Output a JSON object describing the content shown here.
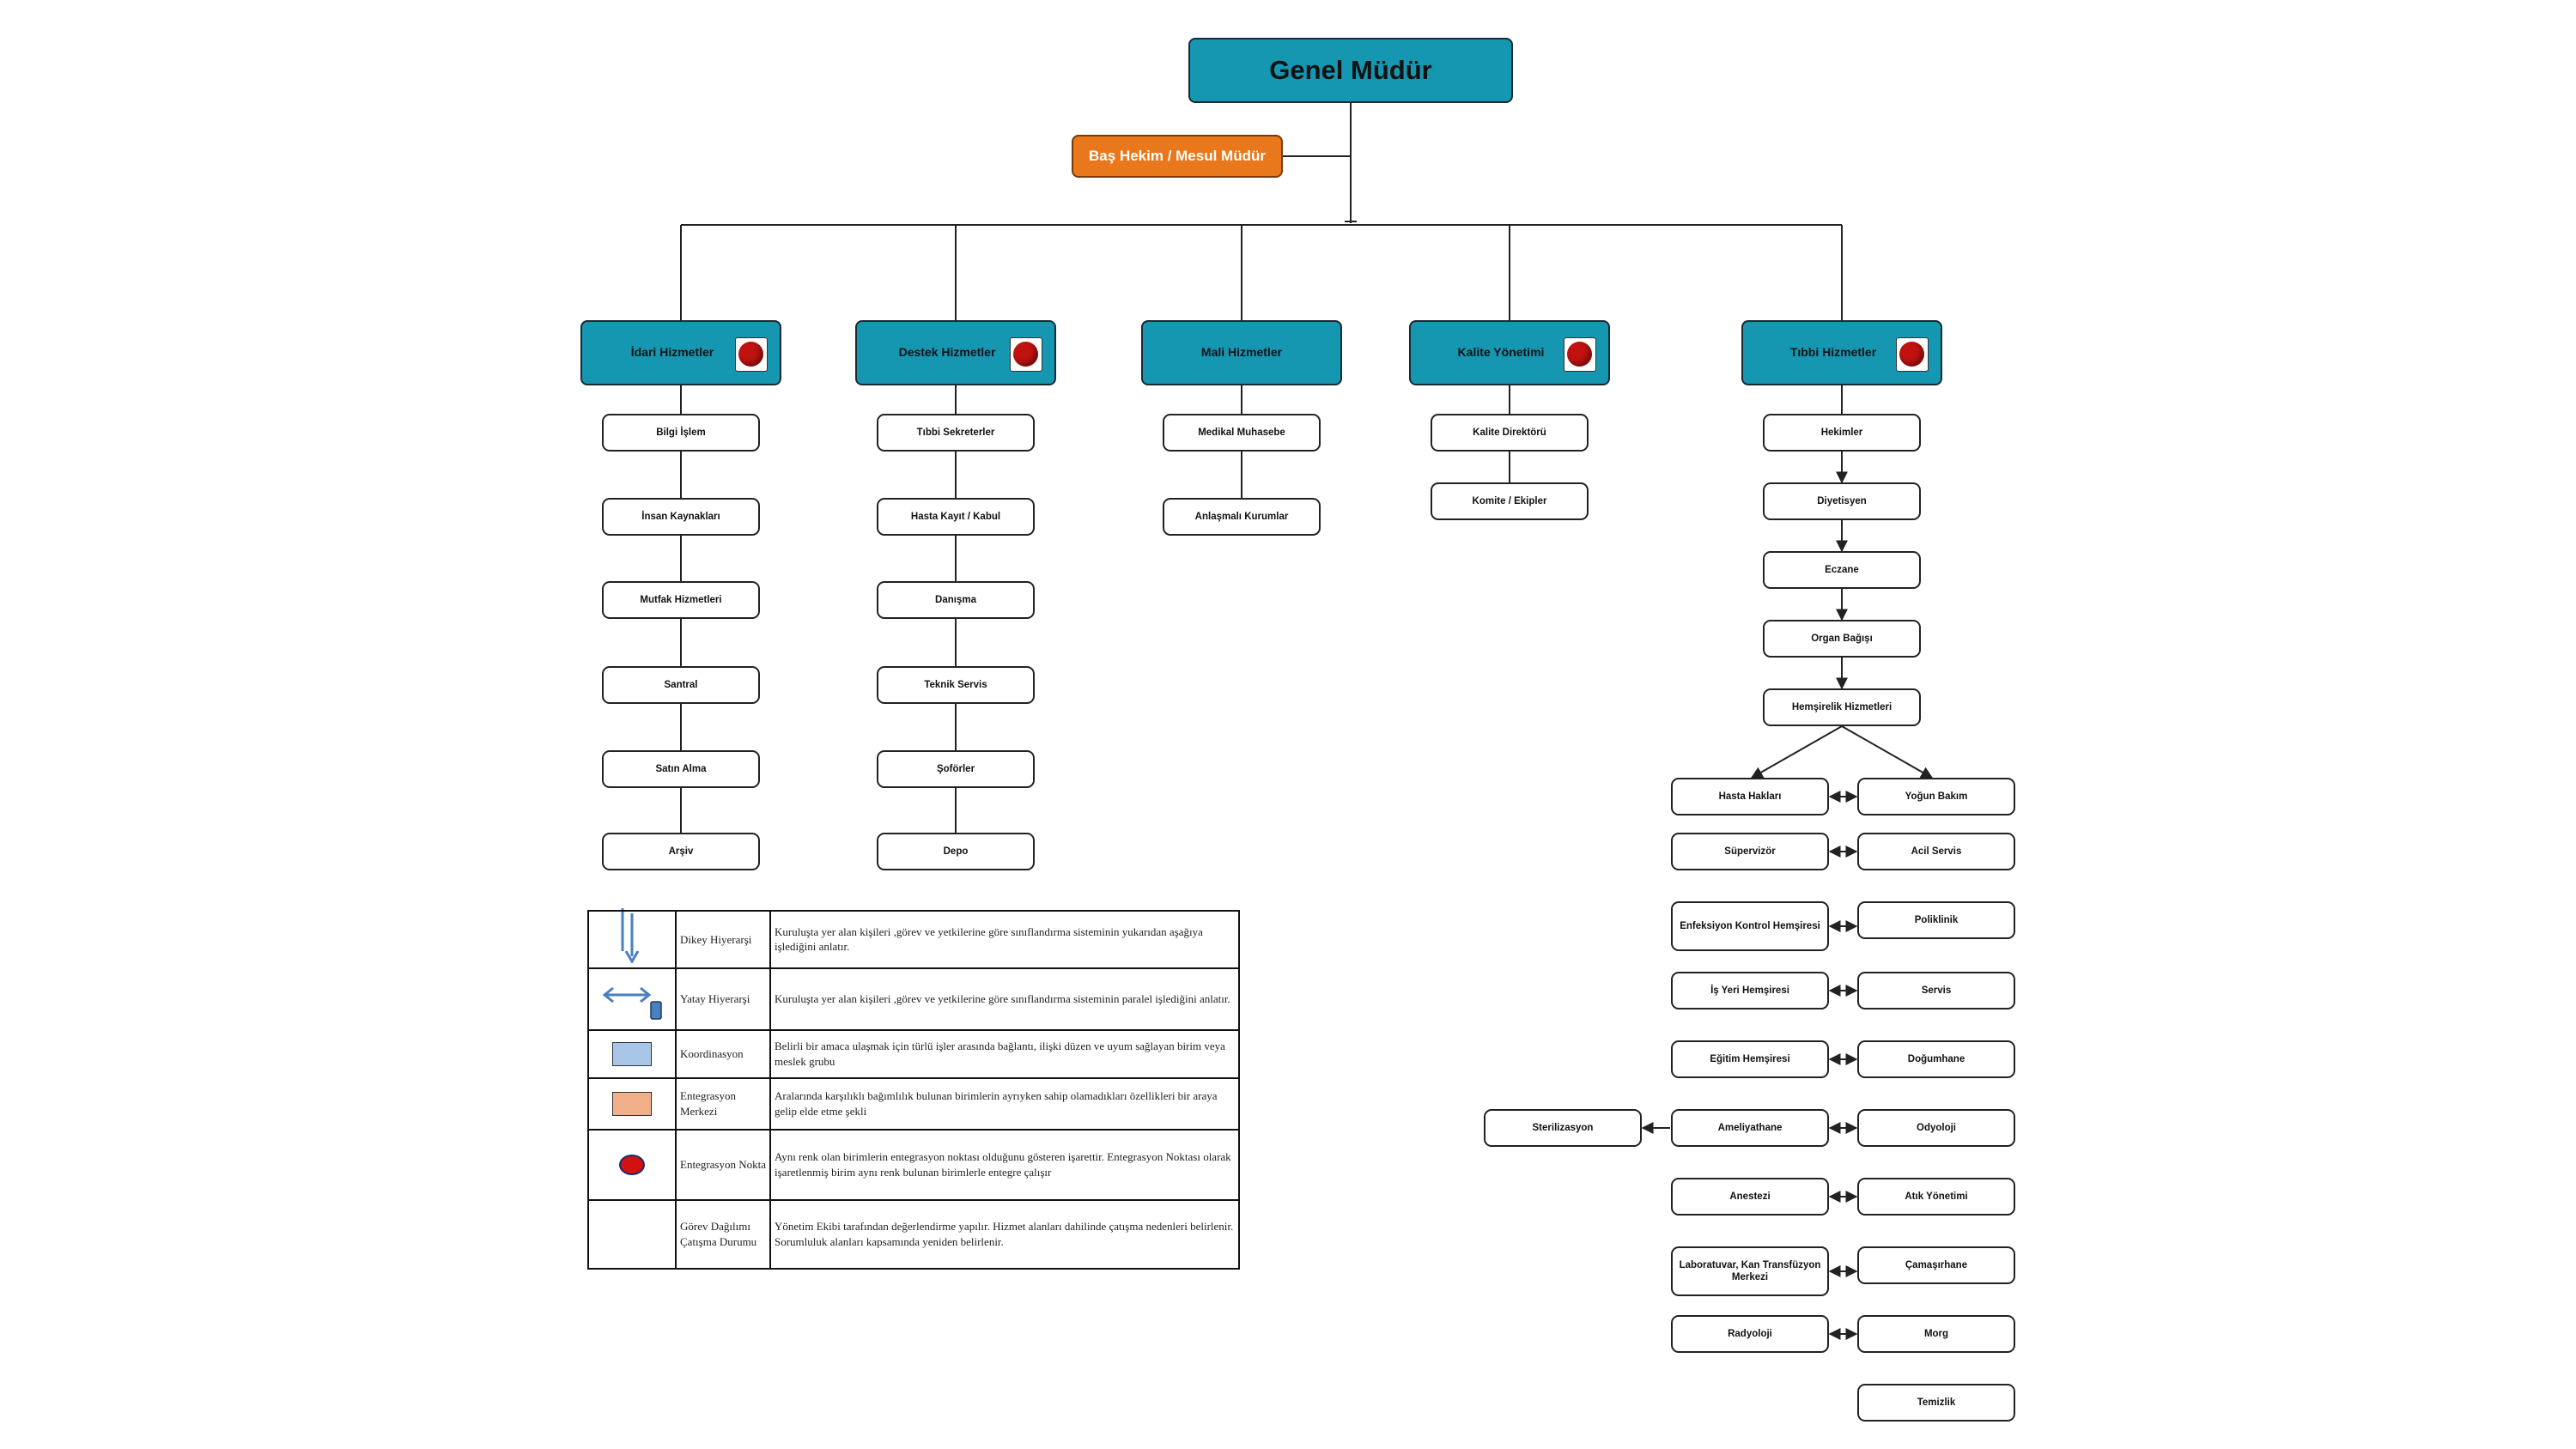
{
  "top": {
    "title": "Genel Müdür"
  },
  "chief": {
    "label": "Baş Hekim / Mesul Müdür"
  },
  "departments": [
    {
      "label": "İdari Hizmetler",
      "integration_point": true,
      "units": [
        "Bilgi İşlem",
        "İnsan Kaynakları",
        "Mutfak Hizmetleri",
        "Santral",
        "Satın Alma",
        "Arşiv"
      ]
    },
    {
      "label": "Destek Hizmetler",
      "integration_point": true,
      "units": [
        "Tıbbi Sekreterler",
        "Hasta Kayıt / Kabul",
        "Danışma",
        "Teknik Servis",
        "Şoförler",
        "Depo"
      ]
    },
    {
      "label": "Mali Hizmetler",
      "integration_point": false,
      "units": [
        "Medikal Muhasebe",
        "Anlaşmalı Kurumlar"
      ]
    },
    {
      "label": "Kalite Yönetimi",
      "integration_point": true,
      "units": [
        "Kalite Direktörü",
        "Komite / Ekipler"
      ]
    },
    {
      "label": "Tıbbi Hizmetler",
      "integration_point": true,
      "units": [
        "Hekimler",
        "Diyetisyen",
        "Eczane",
        "Organ Bağışı",
        "Hemşirelik Hizmetleri"
      ]
    }
  ],
  "nursing": {
    "left": [
      "Hasta Hakları",
      "Süpervizör",
      "Enfeksiyon Kontrol Hemşiresi",
      "İş Yeri Hemşiresi",
      "Eğitim Hemşiresi",
      "Ameliyathane",
      "Anestezi",
      "Laboratuvar, Kan Transfüzyon Merkezi",
      "Radyoloji"
    ],
    "right": [
      "Yoğun Bakım",
      "Acil Servis",
      "Poliklinik",
      "Servis",
      "Doğumhane",
      "Odyoloji",
      "Atık Yönetimi",
      "Çamaşırhane",
      "Morg",
      "Temizlik"
    ],
    "extra": "Sterilizasyon"
  },
  "legend": [
    {
      "symbol": "down-arrow-icon",
      "name": "Dikey Hiyerarşi",
      "desc": "Kuruluşta yer alan kişileri ,görev ve yetkilerine göre sınıflandırma sisteminin yukarıdan aşağıya işlediğini anlatır."
    },
    {
      "symbol": "double-arrow-icon",
      "name": "Yatay Hiyerarşi",
      "desc": "Kuruluşta yer alan kişileri ,görev ve yetkilerine göre sınıflandırma sisteminin paralel işlediğini anlatır."
    },
    {
      "symbol": "blue-box",
      "name": "Koordinasyon",
      "desc": "Belirli bir amaca ulaşmak için türlü işler arasında bağlantı, ilişki düzen ve uyum sağlayan birim veya meslek grubu"
    },
    {
      "symbol": "orange-box",
      "name": "Entegrasyon Merkezi",
      "desc": "Aralarında karşılıklı bağımlılık bulunan birimlerin ayrıyken sahip olamadıkları özellikleri bir araya gelip elde etme şekli"
    },
    {
      "symbol": "red-dot-icon",
      "name": "Entegrasyon Nokta",
      "desc": "Aynı renk olan birimlerin entegrasyon noktası olduğunu gösteren işarettir. Entegrasyon Noktası olarak işaretlenmiş birim aynı renk bulunan birimlerle entegre çalışır"
    },
    {
      "symbol": "",
      "name": "Görev Dağılımı Çatışma Durumu",
      "desc": "Yönetim Ekibi tarafından değerlendirme yapılır. Hizmet alanları dahilinde çatışma nedenleri belirlenir. Sorumluluk alanları kapsamında yeniden belirlenir."
    }
  ],
  "colors": {
    "coordination": "#1596b1",
    "integration_center": "#e8781b",
    "integration_point": "#c1120f",
    "legend_blue": "#a9c6e8",
    "legend_orange": "#f2b08a"
  }
}
